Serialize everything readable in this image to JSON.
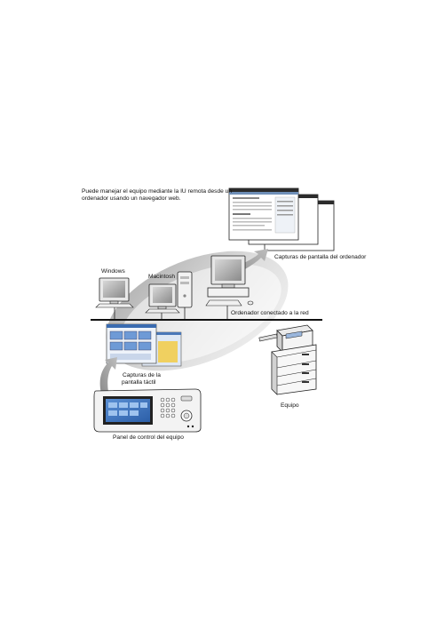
{
  "intro_text": "Puede manejar el equipo mediante la IU remota desde un ordenador usando un navegador web.",
  "labels": {
    "windows": "Windows",
    "macintosh": "Macintosh",
    "computer_screens": "Capturas de pantalla del ordenador",
    "network_computer": "Ordenador conectado a la red",
    "touch_screens_line1": "Capturas de la",
    "touch_screens_line2": "pantalla táctil",
    "device": "Equipo",
    "control_panel": "Panel de control del equipo"
  }
}
